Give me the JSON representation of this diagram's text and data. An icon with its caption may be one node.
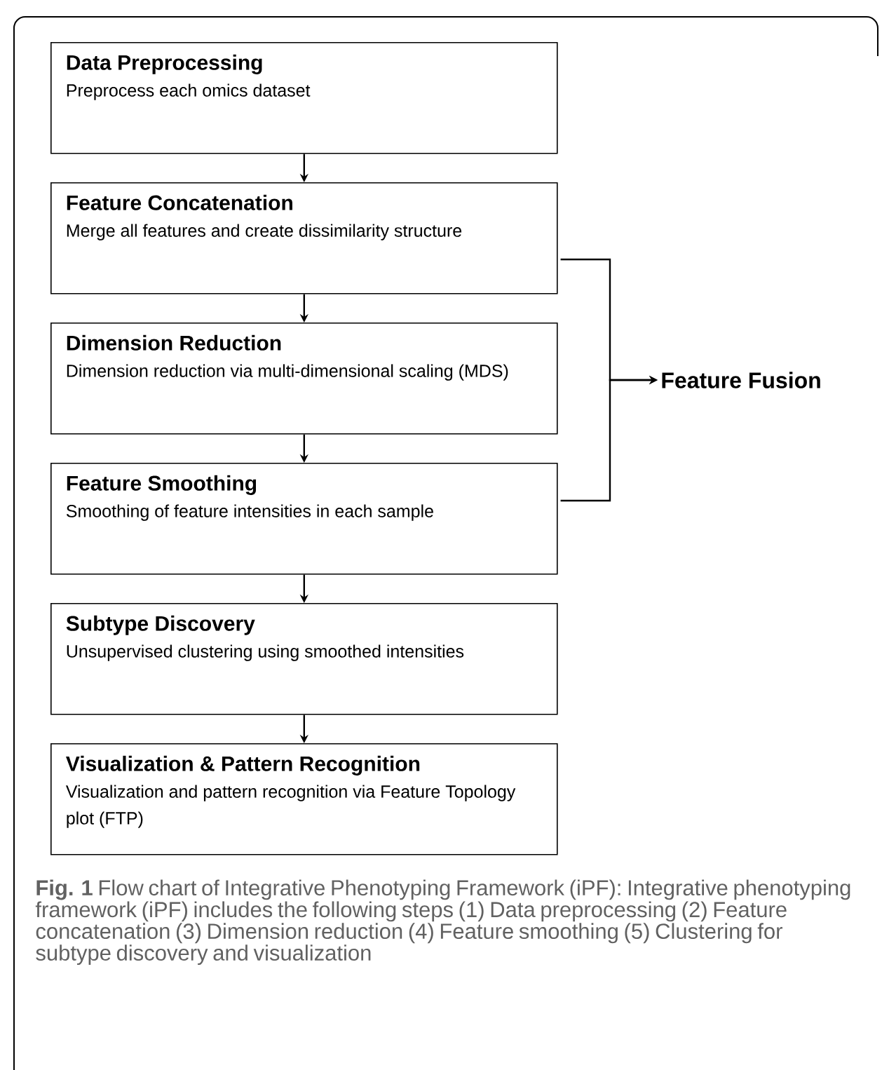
{
  "diagram": {
    "caption": "**Fig. 1** Flow chart of Integrative Phenotyping Framework (iPF): Integrative phenotyping framework (iPF) includes the following steps (1) Data preprocessing (2) Feature concatenation (3) Dimension reduction (4) Feature smoothing (5) Clustering for subtype discovery and visualization",
    "nodes": [
      {
        "text": [
          "Data Preprocessing",
          "Preprocess each omics dataset"
        ]
      },
      {
        "text": [
          "Feature Concatenation",
          "Merge all features and create dissimilarity structure"
        ]
      },
      {
        "text": [
          "Dimension Reduction",
          "Dimension reduction via multi-dimensional scaling (MDS)"
        ]
      },
      {
        "text": [
          "Feature Smoothing",
          "Smoothing of feature intensities in each sample"
        ]
      },
      {
        "text": [
          "Subtype Discovery",
          "Unsupervised clustering using smoothed intensities"
        ]
      },
      {
        "text": [
          "Visualization & Pattern Recognition",
          "Visualization and pattern recognition via Feature Topology plot (FTP)"
        ]
      },
      {
        "text": [
          "Feature Fusion"
        ]
      }
    ],
    "edges": [
      {
        "from": 0,
        "to": 1,
        "arrow": "to"
      },
      {
        "from": 1,
        "to": 2,
        "arrow": "to"
      },
      {
        "from": 2,
        "to": 3,
        "arrow": "to"
      },
      {
        "from": 3,
        "to": 4,
        "arrow": "to"
      },
      {
        "from": 4,
        "to": 5,
        "arrow": "to"
      },
      {
        "from": 1,
        "to": 6,
        "arrow": "to"
      },
      {
        "from": 3,
        "to": 6,
        "arrow": "to"
      }
    ]
  }
}
